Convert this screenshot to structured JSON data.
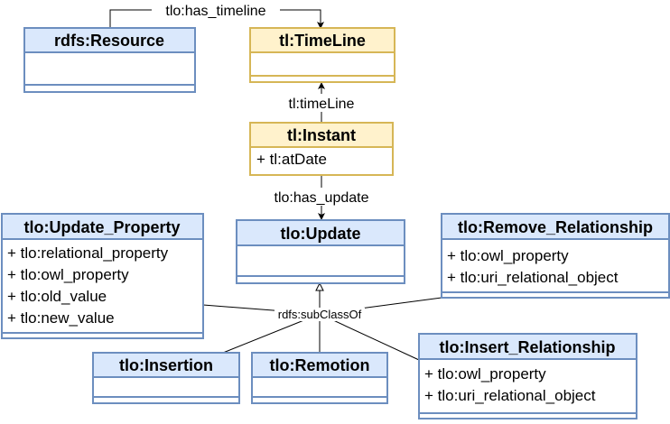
{
  "colors": {
    "blue_fill": "#dae8fc",
    "blue_stroke": "#6c8ebf",
    "yellow_fill": "#fff2cc",
    "yellow_stroke": "#d6b656"
  },
  "classes": {
    "rdfs_resource": {
      "title": "rdfs:Resource",
      "attributes": []
    },
    "tl_timeline": {
      "title": "tl:TimeLine",
      "attributes": []
    },
    "tl_instant": {
      "title": "tl:Instant",
      "attributes": [
        "+ tl:atDate"
      ]
    },
    "tlo_update": {
      "title": "tlo:Update",
      "attributes": []
    },
    "tlo_update_property": {
      "title": "tlo:Update_Property",
      "attributes": [
        "+ tlo:relational_property",
        "+ tlo:owl_property",
        "+ tlo:old_value",
        "+ tlo:new_value"
      ]
    },
    "tlo_remove_relationship": {
      "title": "tlo:Remove_Relationship",
      "attributes": [
        "+ tlo:owl_property",
        "+ tlo:uri_relational_object"
      ]
    },
    "tlo_insertion": {
      "title": "tlo:Insertion",
      "attributes": []
    },
    "tlo_remotion": {
      "title": "tlo:Remotion",
      "attributes": []
    },
    "tlo_insert_relationship": {
      "title": "tlo:Insert_Relationship",
      "attributes": [
        "+ tlo:owl_property",
        "+ tlo:uri_relational_object"
      ]
    }
  },
  "edges": {
    "has_timeline": "tlo:has_timeline",
    "timeline": "tl:timeLine",
    "has_update": "tlo:has_update",
    "subclassof": "rdfs:subClassOf"
  }
}
